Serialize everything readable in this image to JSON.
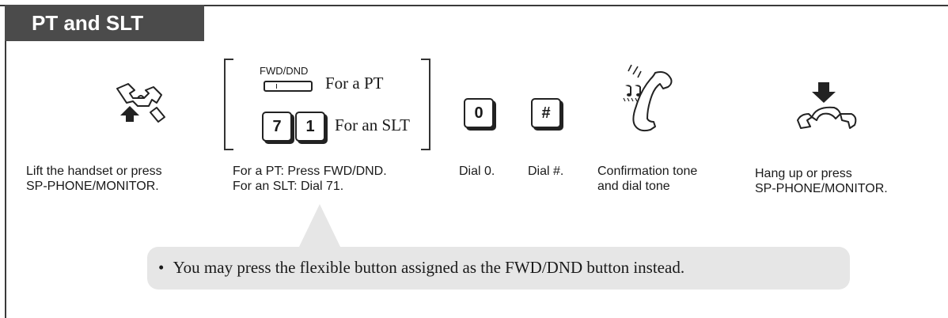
{
  "section": {
    "title": "PT and SLT"
  },
  "options": {
    "fwd_button_label": "FWD/DND",
    "for_pt": "For a PT",
    "for_slt": "For an SLT",
    "key7": "7",
    "key1": "1"
  },
  "keys": {
    "zero": "0",
    "hash": "#"
  },
  "steps": [
    {
      "line1": "Lift the handset or press",
      "line2": "SP-PHONE/MONITOR."
    },
    {
      "line1": "For a PT: Press FWD/DND.",
      "line2": "For an SLT: Dial 71."
    },
    {
      "line1": "Dial 0."
    },
    {
      "line1": "Dial #."
    },
    {
      "line1": "Confirmation tone",
      "line2": "and dial tone"
    },
    {
      "line1": "Hang up or press",
      "line2": "SP-PHONE/MONITOR."
    }
  ],
  "note": {
    "bullet": "•",
    "text": "You may press the flexible button assigned as the FWD/DND button instead."
  },
  "icons": [
    "handset-lift-icon",
    "ringing-handset-icon",
    "handset-hangup-icon"
  ]
}
